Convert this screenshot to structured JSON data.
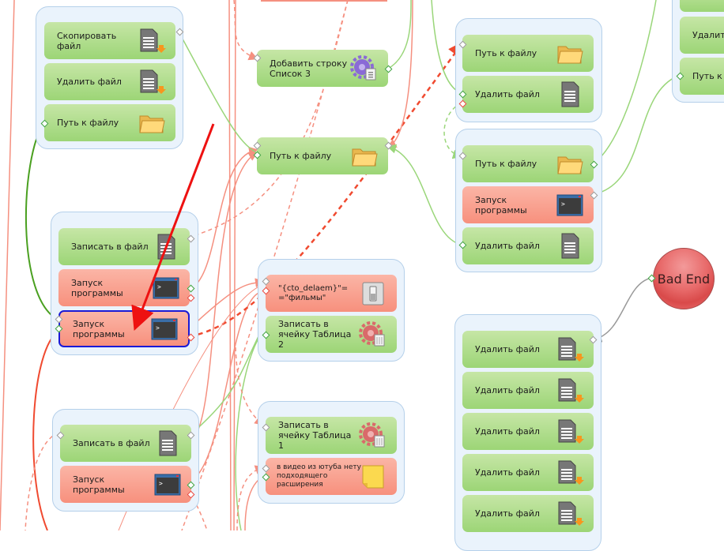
{
  "diagram": {
    "groups": [
      {
        "id": "g1",
        "blocks": [
          {
            "id": "b1",
            "label": "Скопировать файл",
            "color": "green",
            "icon": "file-download-icon"
          },
          {
            "id": "b2",
            "label": "Удалить файл",
            "color": "green",
            "icon": "file-download-icon"
          },
          {
            "id": "b3",
            "label": "Путь к файлу",
            "color": "green",
            "icon": "folder-icon"
          }
        ]
      },
      {
        "id": "g2",
        "blocks": [
          {
            "id": "b4",
            "label": "Записать в файл",
            "color": "green",
            "icon": "file-icon"
          },
          {
            "id": "b5",
            "label": "Запуск программы",
            "color": "red",
            "icon": "terminal-icon"
          },
          {
            "id": "b6",
            "label": "Запуск программы",
            "color": "red",
            "icon": "terminal-icon",
            "selected": true
          }
        ]
      },
      {
        "id": "g3",
        "blocks": [
          {
            "id": "b7",
            "label": "Записать в файл",
            "color": "green",
            "icon": "file-icon"
          },
          {
            "id": "b8",
            "label": "Запуск программы",
            "color": "red",
            "icon": "terminal-icon"
          }
        ]
      },
      {
        "id": "g4",
        "blocks": [
          {
            "id": "b9",
            "label": "\"{cto_delaem}\"==\"фильмы\"",
            "color": "red",
            "icon": "switch-icon"
          },
          {
            "id": "b10",
            "label": "Записать в ячейку Таблица 2",
            "color": "green",
            "icon": "table-gear-icon"
          }
        ]
      },
      {
        "id": "g5",
        "blocks": [
          {
            "id": "b11",
            "label": "Записать в ячейку Таблица 1",
            "color": "green",
            "icon": "table-gear-icon"
          },
          {
            "id": "b12",
            "label": "в видео из ютуба нету подходящего расширения",
            "color": "red",
            "icon": "sticky-note-icon"
          }
        ]
      },
      {
        "id": "g6",
        "blocks": [
          {
            "id": "b13",
            "label": "Путь к файлу",
            "color": "green",
            "icon": "folder-icon"
          },
          {
            "id": "b14",
            "label": "Удалить файл",
            "color": "green",
            "icon": "file-icon"
          }
        ]
      },
      {
        "id": "g7",
        "blocks": [
          {
            "id": "b15",
            "label": "Путь к файлу",
            "color": "green",
            "icon": "folder-icon"
          },
          {
            "id": "b16",
            "label": "Запуск программы",
            "color": "red",
            "icon": "terminal-icon"
          },
          {
            "id": "b17",
            "label": "Удалить файл",
            "color": "green",
            "icon": "file-icon"
          }
        ]
      },
      {
        "id": "g8",
        "blocks": [
          {
            "id": "b18",
            "label": "Удалить файл",
            "color": "green",
            "icon": "file-download-icon"
          },
          {
            "id": "b19",
            "label": "Удалить файл",
            "color": "green",
            "icon": "file-download-icon"
          },
          {
            "id": "b20",
            "label": "Удалить файл",
            "color": "green",
            "icon": "file-download-icon"
          },
          {
            "id": "b21",
            "label": "Удалить файл",
            "color": "green",
            "icon": "file-download-icon"
          },
          {
            "id": "b22",
            "label": "Удалить файл",
            "color": "green",
            "icon": "file-download-icon"
          }
        ]
      },
      {
        "id": "g9",
        "blocks": [
          {
            "id": "b23",
            "label": "",
            "color": "green",
            "icon": ""
          },
          {
            "id": "b24",
            "label": "Удалить",
            "color": "green",
            "icon": ""
          },
          {
            "id": "b25",
            "label": "Путь к ф",
            "color": "green",
            "icon": ""
          }
        ]
      }
    ],
    "standalone_blocks": [
      {
        "id": "s1",
        "label": "Добавить строку Список 3",
        "color": "green",
        "icon": "list-gear-icon"
      },
      {
        "id": "s2",
        "label": "Путь к файлу",
        "color": "green",
        "icon": "folder-icon"
      }
    ],
    "terminal_node": {
      "label": "Bad End",
      "color": "#e06060"
    },
    "colors": {
      "green_link": "#9ad67a",
      "red_link": "#f59080",
      "strong_red_link": "#f04a30",
      "dark_green_link": "#4aa020",
      "gray_link": "#999999",
      "annotation_arrow": "#ee1111",
      "selection_border": "#1a1ad6"
    }
  }
}
